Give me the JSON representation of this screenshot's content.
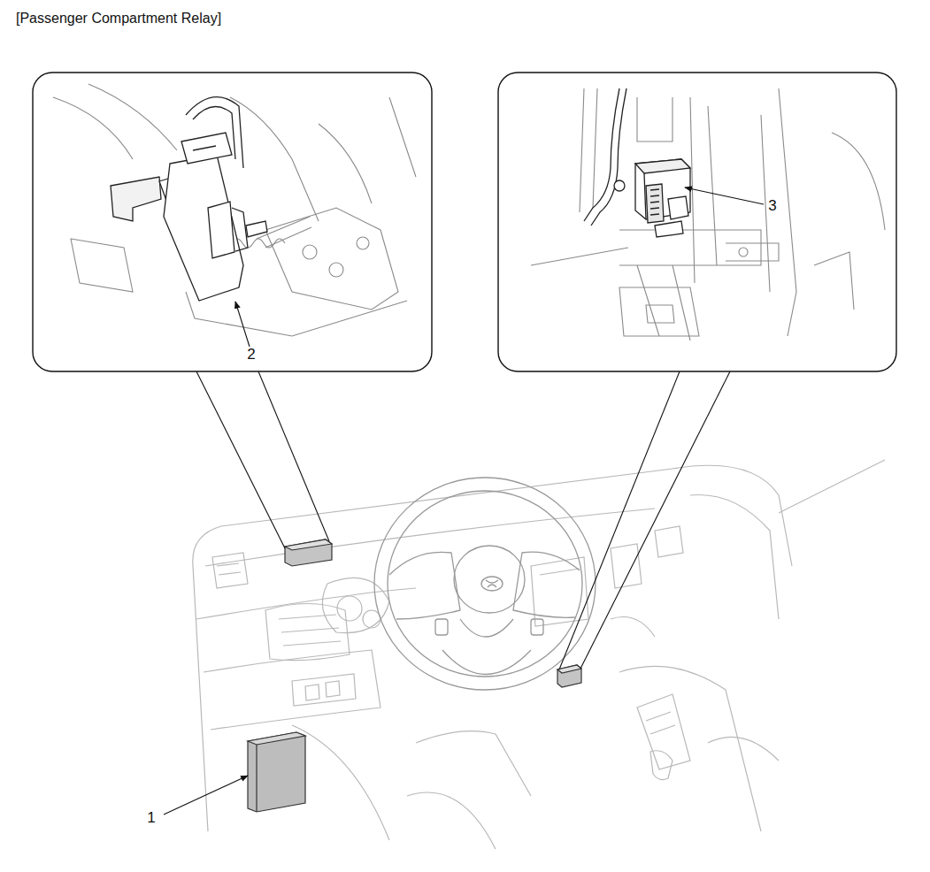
{
  "diagram": {
    "title": "[Passenger Compartment Relay]",
    "labels": [
      "2",
      "3",
      "1"
    ]
  }
}
